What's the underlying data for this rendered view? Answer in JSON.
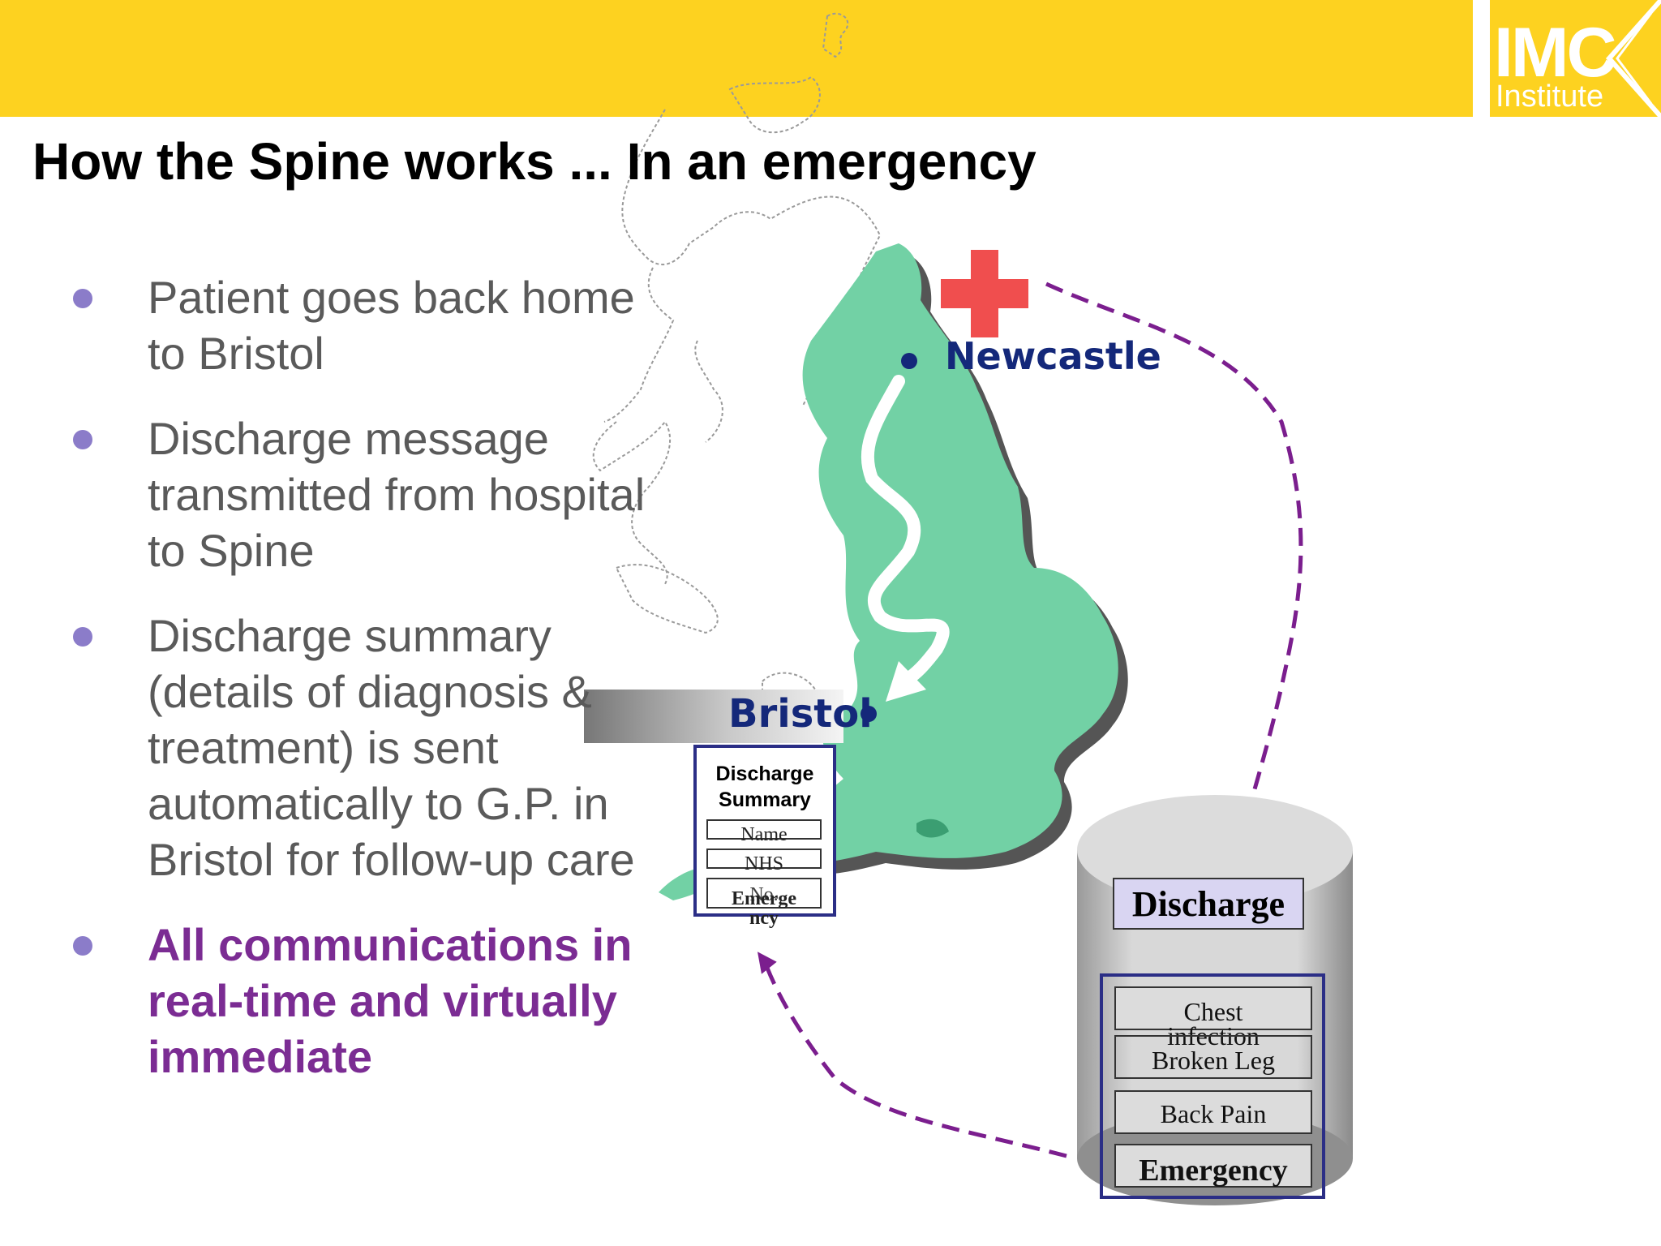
{
  "header": {
    "title": "How the Spine works ... In an emergency",
    "logo_main": "IMC",
    "logo_sub": "Institute"
  },
  "bullets": [
    {
      "text": "Patient goes back home\nto Bristol",
      "emphasis": false
    },
    {
      "text": "Discharge message\ntransmitted from hospital\nto Spine",
      "emphasis": false
    },
    {
      "text": "Discharge summary\n(details of diagnosis &\ntreatment) is sent\nautomatically to   G.P. in\nBristol for follow-up care",
      "emphasis": false
    },
    {
      "text": "All communications in\nreal-time and virtually\nimmediate",
      "emphasis": true
    }
  ],
  "map": {
    "city_newcastle": "Newcastle",
    "city_bristol": "Bristol"
  },
  "discharge_summary": {
    "title": "Discharge\nSummary",
    "fields": [
      "Name",
      "NHS",
      "Emerge\nncy"
    ],
    "field_overlap": "No."
  },
  "spine_db": {
    "label": "Discharge",
    "items": [
      "Chest\ninfection",
      "Broken Leg",
      "Back Pain",
      "Emergency"
    ]
  },
  "colors": {
    "header_yellow": "#FDD220",
    "map_green": "#72D1A5",
    "city_blue": "#14287A",
    "emphasis_purple": "#7B2C93",
    "bullet_dot": "#8B7CC9",
    "arrow_purple": "#7B1E8E",
    "red_cross": "#F04E4E"
  }
}
